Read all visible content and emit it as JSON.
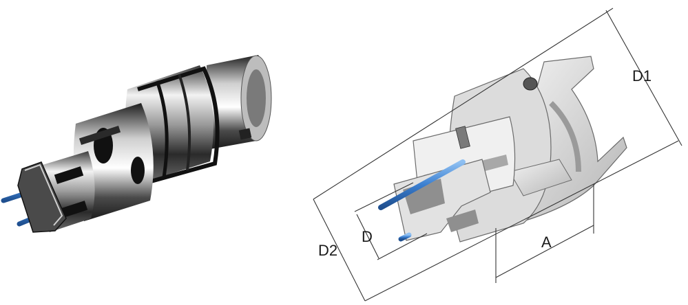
{
  "figure": {
    "left_view": "photo",
    "right_view": "cutaway",
    "dimensions": [
      {
        "id": "d1",
        "label": "D1"
      },
      {
        "id": "d2",
        "label": "D2"
      },
      {
        "id": "d",
        "label": "D"
      },
      {
        "id": "a",
        "label": "A"
      }
    ]
  },
  "colors": {
    "steel_dark": "#2b2b2b",
    "steel_mid": "#8a8a8a",
    "steel_light": "#e6e6e6",
    "section_face": "#c9c9c9",
    "coolant_blue": "#3b7fd0",
    "dimension_line": "#333333"
  }
}
